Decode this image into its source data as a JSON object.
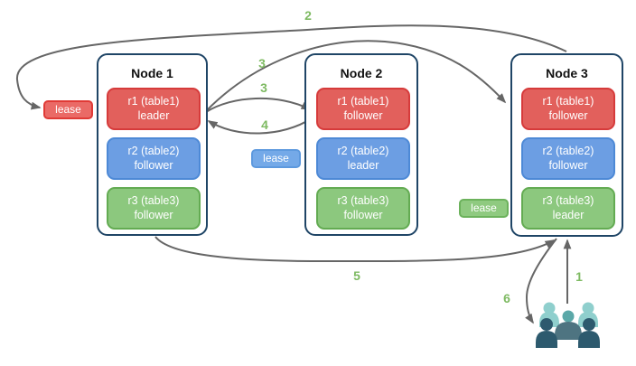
{
  "diagram": {
    "type": "cluster-replication-diagram",
    "description_visible_text_only": true
  },
  "nodes": [
    {
      "title": "Node 1",
      "replicas": [
        {
          "range": "r1 (table1)",
          "role": "leader",
          "color": "red"
        },
        {
          "range": "r2 (table2)",
          "role": "follower",
          "color": "blue"
        },
        {
          "range": "r3 (table3)",
          "role": "follower",
          "color": "green"
        }
      ]
    },
    {
      "title": "Node 2",
      "replicas": [
        {
          "range": "r1 (table1)",
          "role": "follower",
          "color": "red"
        },
        {
          "range": "r2 (table2)",
          "role": "leader",
          "color": "blue"
        },
        {
          "range": "r3 (table3)",
          "role": "follower",
          "color": "green"
        }
      ]
    },
    {
      "title": "Node 3",
      "replicas": [
        {
          "range": "r1 (table1)",
          "role": "follower",
          "color": "red"
        },
        {
          "range": "r2 (table2)",
          "role": "follower",
          "color": "blue"
        },
        {
          "range": "r3 (table3)",
          "role": "leader",
          "color": "green"
        }
      ]
    }
  ],
  "leases": [
    {
      "label": "lease",
      "color": "red"
    },
    {
      "label": "lease",
      "color": "blue"
    },
    {
      "label": "lease",
      "color": "green"
    }
  ],
  "arrow_labels": [
    {
      "text": "1"
    },
    {
      "text": "2"
    },
    {
      "text": "3"
    },
    {
      "text": "3"
    },
    {
      "text": "4"
    },
    {
      "text": "5"
    },
    {
      "text": "6"
    }
  ],
  "icons": {
    "users": "users-icon"
  },
  "colors": {
    "node_border": "#1f4566",
    "red_fill": "#e2605c",
    "red_border": "#d63b3b",
    "blue_fill": "#6c9ee3",
    "blue_border": "#4d89d6",
    "green_fill": "#8cc87e",
    "green_border": "#63ab52",
    "arrow": "#666666",
    "step_label": "#7eba62",
    "users_light": "#8fcfcd",
    "users_mid": "#5ba8a8",
    "users_slate": "#4e7481",
    "users_dark": "#2d5a6e"
  }
}
